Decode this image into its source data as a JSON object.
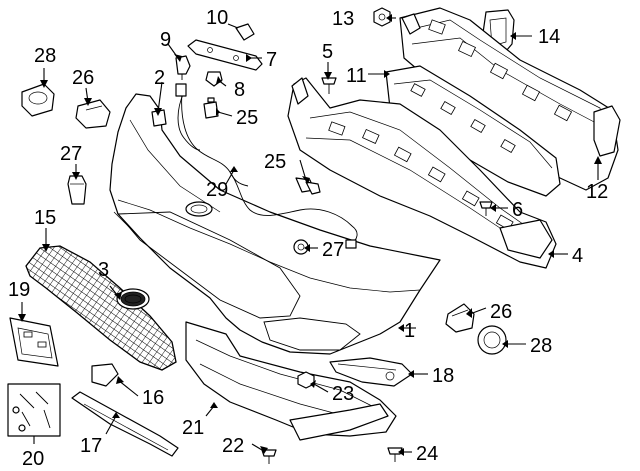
{
  "callouts": [
    {
      "id": "1",
      "label": "1"
    },
    {
      "id": "2",
      "label": "2"
    },
    {
      "id": "3",
      "label": "3"
    },
    {
      "id": "4",
      "label": "4"
    },
    {
      "id": "5",
      "label": "5"
    },
    {
      "id": "6",
      "label": "6"
    },
    {
      "id": "7",
      "label": "7"
    },
    {
      "id": "8",
      "label": "8"
    },
    {
      "id": "9",
      "label": "9"
    },
    {
      "id": "10",
      "label": "10"
    },
    {
      "id": "11",
      "label": "11"
    },
    {
      "id": "12",
      "label": "12"
    },
    {
      "id": "13",
      "label": "13"
    },
    {
      "id": "14",
      "label": "14"
    },
    {
      "id": "15",
      "label": "15"
    },
    {
      "id": "16",
      "label": "16"
    },
    {
      "id": "17",
      "label": "17"
    },
    {
      "id": "18",
      "label": "18"
    },
    {
      "id": "19",
      "label": "19"
    },
    {
      "id": "20",
      "label": "20"
    },
    {
      "id": "21",
      "label": "21"
    },
    {
      "id": "22",
      "label": "22"
    },
    {
      "id": "23",
      "label": "23"
    },
    {
      "id": "24",
      "label": "24"
    },
    {
      "id": "25a",
      "label": "25"
    },
    {
      "id": "25b",
      "label": "25"
    },
    {
      "id": "26a",
      "label": "26"
    },
    {
      "id": "26b",
      "label": "26"
    },
    {
      "id": "27a",
      "label": "27"
    },
    {
      "id": "27b",
      "label": "27"
    },
    {
      "id": "28a",
      "label": "28"
    },
    {
      "id": "28b",
      "label": "28"
    },
    {
      "id": "29",
      "label": "29"
    }
  ],
  "colors": {
    "line": "#000000",
    "background": "#ffffff"
  }
}
